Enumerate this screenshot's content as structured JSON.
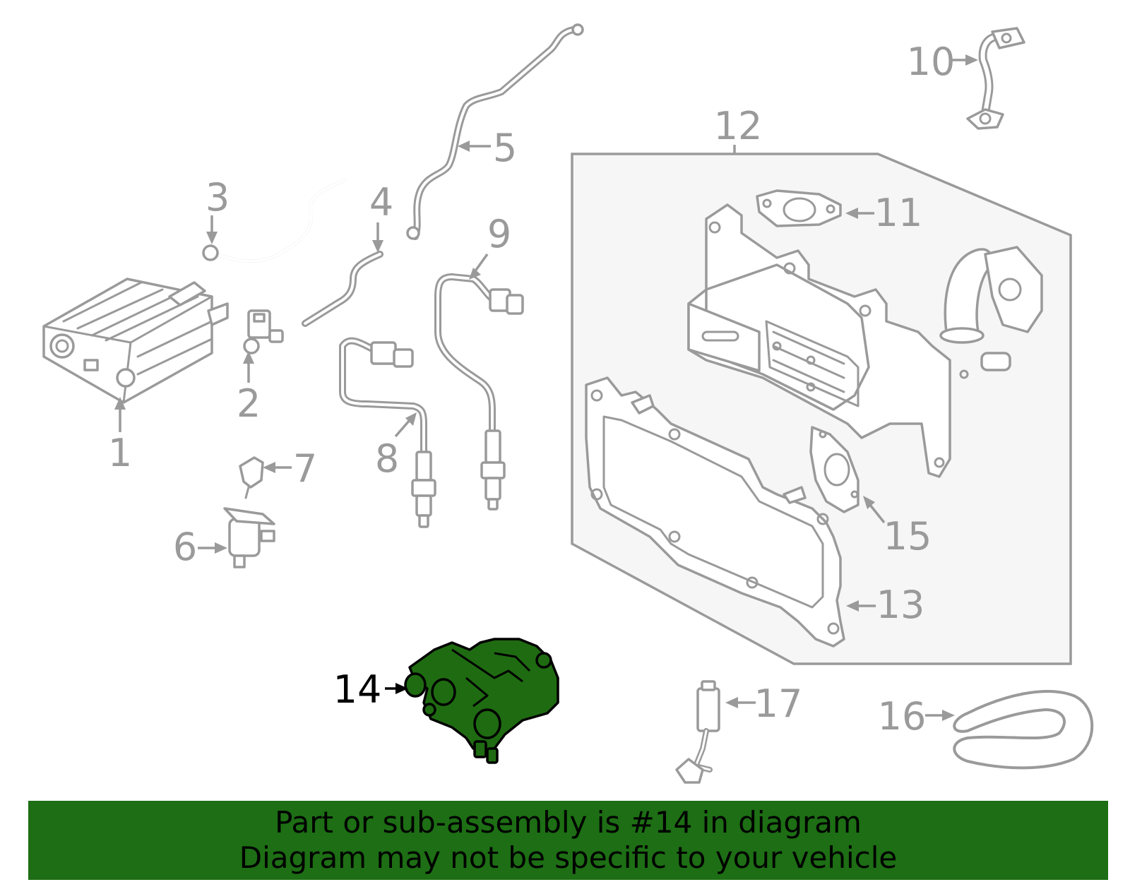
{
  "callouts": {
    "c1": "1",
    "c2": "2",
    "c3": "3",
    "c4": "4",
    "c5": "5",
    "c6": "6",
    "c7": "7",
    "c8": "8",
    "c9": "9",
    "c10": "10",
    "c11": "11",
    "c12": "12",
    "c13": "13",
    "c14": "14",
    "c15": "15",
    "c16": "16",
    "c17": "17"
  },
  "highlight": {
    "part": "14",
    "color": "#1f6b12"
  },
  "banner": {
    "line1": "Part or sub-assembly is #14 in diagram",
    "line2": "Diagram may not be specific to your vehicle",
    "color": "#1d6e14"
  }
}
